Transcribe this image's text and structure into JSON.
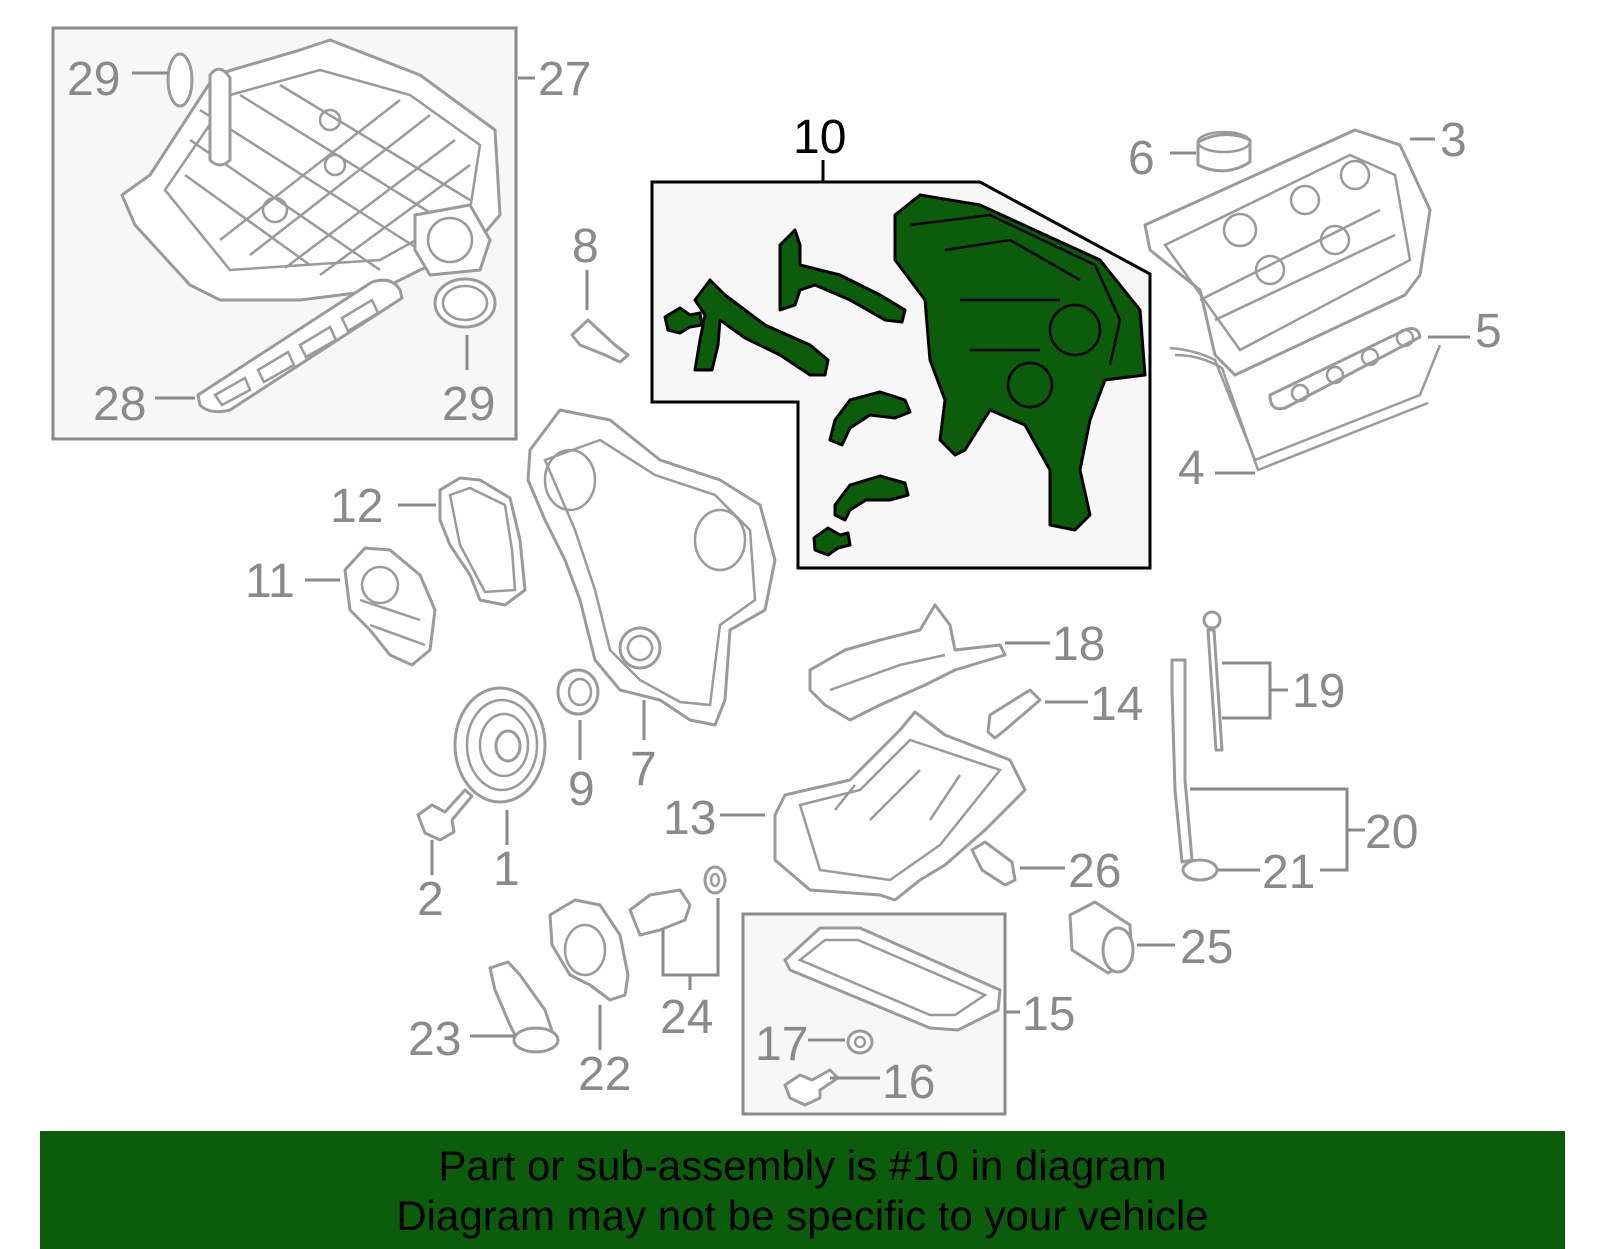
{
  "labels": {
    "l1": "1",
    "l2": "2",
    "l3": "3",
    "l4": "4",
    "l5": "5",
    "l6": "6",
    "l7": "7",
    "l8": "8",
    "l9": "9",
    "l10": "10",
    "l11": "11",
    "l12": "12",
    "l13": "13",
    "l14": "14",
    "l15": "15",
    "l16": "16",
    "l17": "17",
    "l18": "18",
    "l19": "19",
    "l20": "20",
    "l21": "21",
    "l22": "22",
    "l23": "23",
    "l24": "24",
    "l25": "25",
    "l26": "26",
    "l27": "27",
    "l28": "28",
    "l29a": "29",
    "l29b": "29"
  },
  "highlight_color": "#0b5c0b",
  "banner": {
    "line1": "Part or sub-assembly is #10 in diagram",
    "line2": "Diagram may not be specific to your vehicle"
  }
}
